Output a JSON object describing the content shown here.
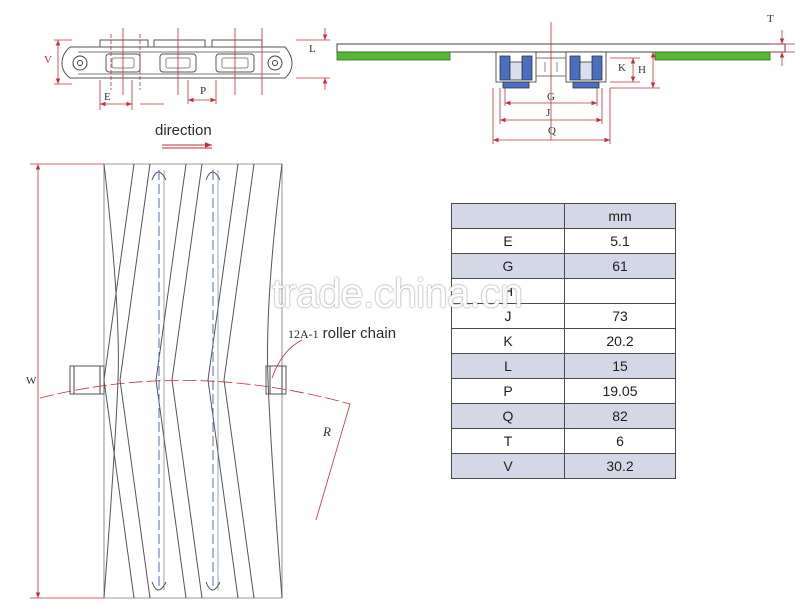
{
  "labels": {
    "direction": "direction",
    "chain_code": "12A-1",
    "chain_text": "roller chain",
    "watermark": "trade.china.cn"
  },
  "dims": {
    "V": "V",
    "E": "E",
    "P": "P",
    "L": "L",
    "T": "T",
    "K": "K",
    "H": "H",
    "G": "G",
    "J": "J",
    "Q": "Q",
    "W": "W",
    "R": "R"
  },
  "table": {
    "unit_header": "mm",
    "rows": [
      {
        "key": "E",
        "value": "5.1"
      },
      {
        "key": "G",
        "value": "61"
      },
      {
        "key": "H",
        "value": ""
      },
      {
        "key": "J",
        "value": "73"
      },
      {
        "key": "K",
        "value": "20.2"
      },
      {
        "key": "L",
        "value": "15"
      },
      {
        "key": "P",
        "value": "19.05"
      },
      {
        "key": "Q",
        "value": "82"
      },
      {
        "key": "T",
        "value": "6"
      },
      {
        "key": "V",
        "value": "30.2"
      }
    ]
  },
  "colors": {
    "dimension_red": "#c0303a",
    "plate_green": "#55b83a",
    "bearing_blue": "#4a6fc0",
    "table_shade": "#d4d8e6"
  }
}
